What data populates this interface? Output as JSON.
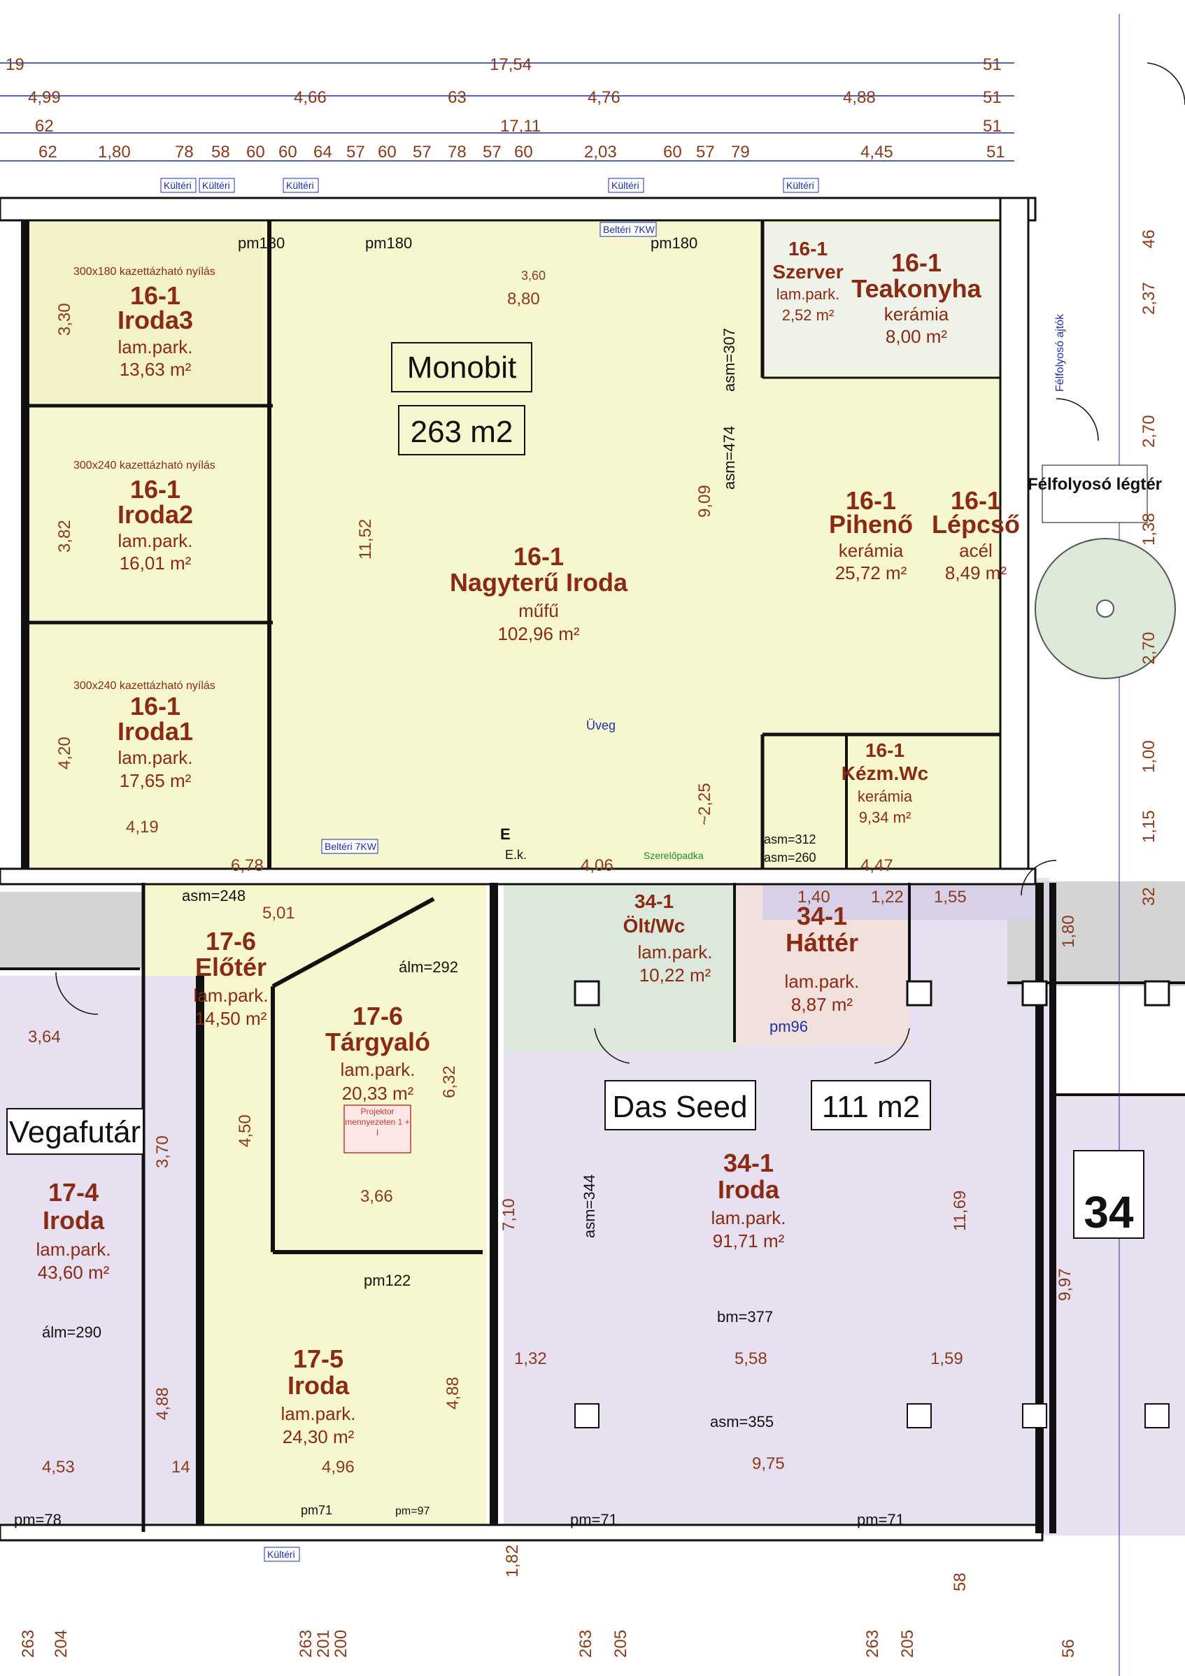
{
  "dims_top": {
    "row1": [
      "19",
      "17,54",
      "51"
    ],
    "row2": [
      "4,99",
      "4,66",
      "63",
      "4,76",
      "4,88",
      "51"
    ],
    "row3": [
      "62",
      "17,11",
      "51"
    ],
    "row4": [
      "62",
      "1,80",
      "78",
      "58",
      "60",
      "60",
      "64",
      "57",
      "60",
      "57",
      "78",
      "57",
      "60",
      "2,03",
      "60",
      "57",
      "79",
      "4,45",
      "51"
    ]
  },
  "labels": {
    "monobit": "Monobit",
    "monobit_area": "263 m2",
    "das_seed": "Das Seed",
    "das_seed_area": "111 m2",
    "vegafutar": "Vegafutár",
    "felfolyoso_legter": "Félfolyosó légtér",
    "felfolyoso_ajtok": "Félfolyosó ajtók",
    "num34": "34",
    "kulteri": "Kültéri",
    "belteri_7kw": "Beltéri 7KW",
    "projektor": "Projektor mennyezeten 1 + I"
  },
  "rooms": [
    {
      "id": "16-1",
      "name": "Iroda3",
      "mat": "lam.park.",
      "area": "13,63 m²"
    },
    {
      "id": "16-1",
      "name": "Iroda2",
      "mat": "lam.park.",
      "area": "16,01 m²"
    },
    {
      "id": "16-1",
      "name": "Iroda1",
      "mat": "lam.park.",
      "area": "17,65 m²"
    },
    {
      "id": "16-1",
      "name": "Nagyterű Iroda",
      "mat": "műfű",
      "area": "102,96 m²"
    },
    {
      "id": "16-1",
      "name": "Szerver",
      "mat": "lam.park.",
      "area": "2,52 m²"
    },
    {
      "id": "16-1",
      "name": "Teakonyha",
      "mat": "kerámia",
      "area": "8,00 m²"
    },
    {
      "id": "16-1",
      "name": "Pihenő",
      "mat": "kerámia",
      "area": "25,72 m²"
    },
    {
      "id": "16-1",
      "name": "Lépcső",
      "mat": "acél",
      "area": "8,49 m²"
    },
    {
      "id": "16-1",
      "name": "Kézm.Wc",
      "mat": "kerámia",
      "area": "9,34 m²"
    },
    {
      "id": "17-6",
      "name": "Előtér",
      "mat": "lam.park.",
      "area": "14,50 m²"
    },
    {
      "id": "17-6",
      "name": "Tárgyaló",
      "mat": "lam.park.",
      "area": "20,33 m²"
    },
    {
      "id": "34-1",
      "name": "Ölt/Wc",
      "mat": "lam.park.",
      "area": "10,22 m²"
    },
    {
      "id": "34-1",
      "name": "Háttér",
      "mat": "lam.park.",
      "area": "8,87 m²"
    },
    {
      "id": "34-1",
      "name": "Iroda",
      "mat": "lam.park.",
      "area": "91,71 m²"
    },
    {
      "id": "17-4",
      "name": "Iroda",
      "mat": "lam.park.",
      "area": "43,60 m²"
    },
    {
      "id": "17-5",
      "name": "Iroda",
      "mat": "lam.park.",
      "area": "24,30 m²"
    }
  ],
  "notes": {
    "kazetta1": "300x180 kazettázható nyílás",
    "kazetta2": "300x240 kazettázható nyílás",
    "kazetta3": "300x240 kazettázható nyílás",
    "alm290": "álm=290",
    "alm292": "álm=292",
    "asm248": "asm=248",
    "asm307": "asm=307",
    "asm474": "asm=474",
    "asm344": "asm=344",
    "asm355": "asm=355",
    "asm312": "asm=312",
    "asm260": "asm=260",
    "bm377": "bm=377",
    "pm78": "pm=78",
    "pm71a": "pm=71",
    "pm71b": "pm=71",
    "pm122": "pm122",
    "pm71c": "pm71",
    "pm97": "pm=97",
    "pm180a": "pm180",
    "pm180b": "pm180",
    "pm180c": "pm180",
    "pm96": "pm96",
    "uveg": "Üveg",
    "szerelopadka": "Szerelőpadka",
    "ek": "E.k.",
    "e": "E"
  },
  "dims_bottom": [
    "263",
    "204",
    "263",
    "201",
    "200",
    "263",
    "205",
    "263",
    "205",
    "56",
    "58",
    "1,82"
  ],
  "dims_inner": {
    "d_9_75": "9,75",
    "d_4_53": "4,53",
    "d_4_96": "4,96",
    "d_14": "14",
    "d_11_69": "11,69",
    "d_9_97": "9,97",
    "d_7_10": "7,10",
    "d_11_52": "11,52",
    "d_9_09": "9,09",
    "d_8_80": "8,80",
    "d_3_60": "3,60",
    "d_4_19": "4,19",
    "d_6_78": "6,78",
    "d_5_01": "5,01",
    "d_3_64": "3,64",
    "d_3_66": "3,66",
    "d_4_50": "4,50",
    "d_6_32": "6,32",
    "d_3_70": "3,70",
    "d_4_88a": "4,88",
    "d_4_88b": "4,88",
    "d_1_32": "1,32",
    "d_5_58": "5,58",
    "d_1_59": "1,59",
    "d_4_06": "4,06",
    "d_4_47": "4,47",
    "d_2_25": "~2,25",
    "d_1_40": "1,40",
    "d_1_22": "1,22",
    "d_1_55": "1,55",
    "d_3_82": "3,82",
    "d_3_30": "3,30",
    "d_4_20": "4,20",
    "d_2_37": "2,37",
    "d_2_70a": "2,70",
    "d_2_70b": "2,70",
    "d_1_38": "1,38",
    "d_1_00": "1,00",
    "d_1_15": "1,15",
    "d_46": "46",
    "d_1_80": "1,80",
    "d_32": "32"
  },
  "colors": {
    "yellow_zone": "#f7f7cf",
    "purple_zone": "#e6e0f0",
    "green_zone": "#dde8dc",
    "pink_zone": "#f2e0dc",
    "gray_zone": "#d4d4d4",
    "dim_text": "#8a3a1c",
    "dim_blue": "#1c2fa8"
  }
}
